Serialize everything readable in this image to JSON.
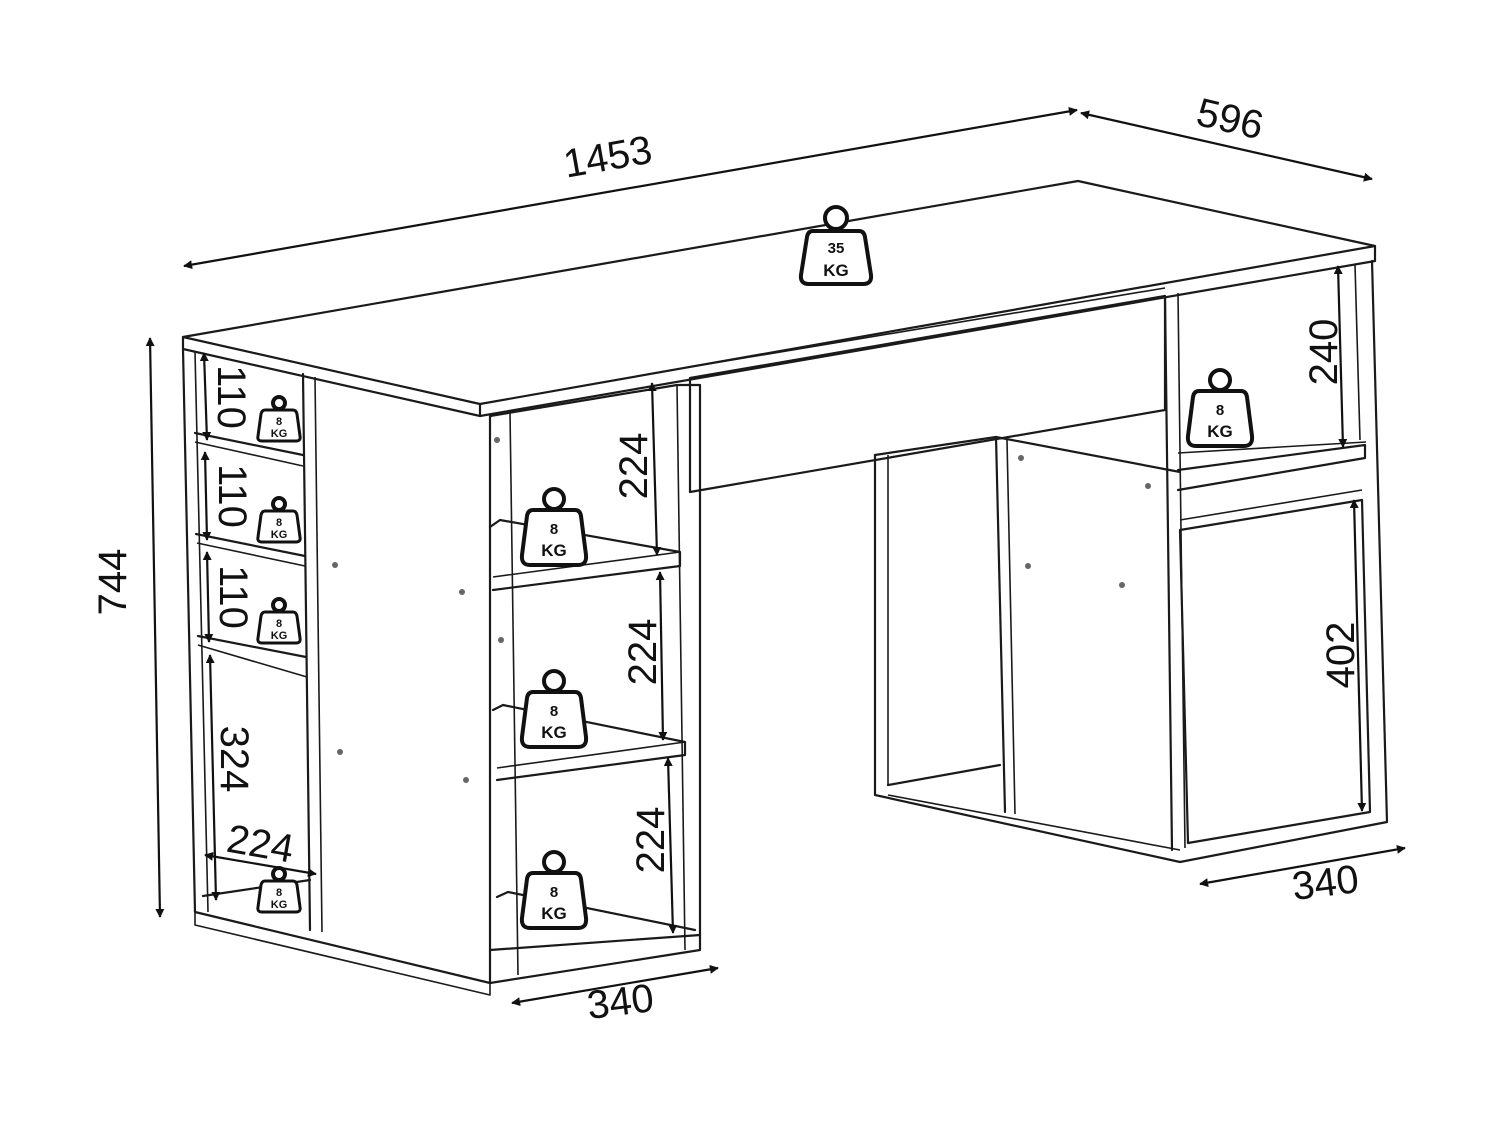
{
  "dimensions": {
    "width": "1453",
    "depth": "596",
    "height": "744",
    "left_shelf_1": "110",
    "left_shelf_2": "110",
    "left_shelf_3": "110",
    "left_bottom_open": "324",
    "left_inner_width": "224",
    "center_shelf_1": "224",
    "center_shelf_2": "224",
    "center_shelf_3": "224",
    "left_pedestal_depth": "340",
    "right_top_open": "240",
    "right_door": "402",
    "right_pedestal_depth": "340"
  },
  "loads": {
    "desktop": {
      "value": "35",
      "unit": "KG"
    },
    "left_shelf_1": {
      "value": "8",
      "unit": "KG"
    },
    "left_shelf_2": {
      "value": "8",
      "unit": "KG"
    },
    "left_shelf_3": {
      "value": "8",
      "unit": "KG"
    },
    "left_bottom": {
      "value": "8",
      "unit": "KG"
    },
    "center_shelf_1": {
      "value": "8",
      "unit": "KG"
    },
    "center_shelf_2": {
      "value": "8",
      "unit": "KG"
    },
    "center_bottom": {
      "value": "8",
      "unit": "KG"
    },
    "right_shelf": {
      "value": "8",
      "unit": "KG"
    }
  }
}
